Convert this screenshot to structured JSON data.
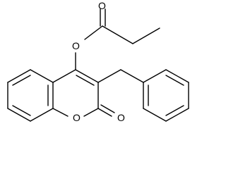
{
  "molecule": {
    "atom_labels": {
      "ester_carbonyl_oxygen": "O",
      "ester_linking_oxygen": "O",
      "ring_oxygen": "O",
      "lactone_carbonyl_oxygen": "O"
    },
    "colors": {
      "bonds": "#000000",
      "labels": "#000000",
      "background": "#ffffff"
    }
  }
}
